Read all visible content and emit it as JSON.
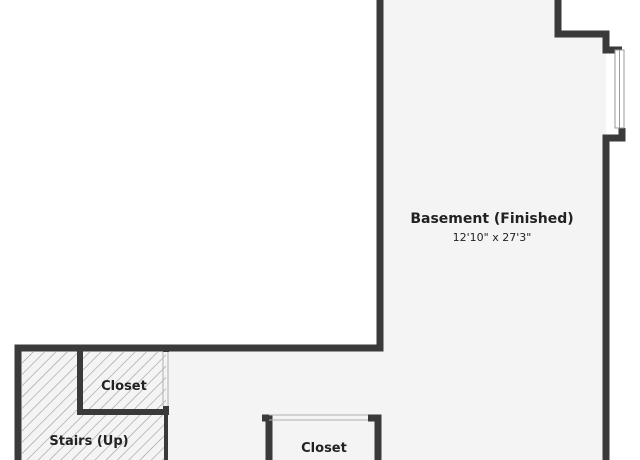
{
  "colors": {
    "wall": "#3a3a3a",
    "floor": "#f4f4f4",
    "background": "#ffffff",
    "stairs_hatch": "#9a9a9a",
    "window": "#d8d8d8"
  },
  "rooms": {
    "basement": {
      "name": "Basement (Finished)",
      "dimensions": "12'10\" x 27'3\""
    },
    "closet_left": {
      "name": "Closet"
    },
    "closet_right": {
      "name": "Closet"
    },
    "stairs": {
      "name": "Stairs (Up)"
    }
  }
}
